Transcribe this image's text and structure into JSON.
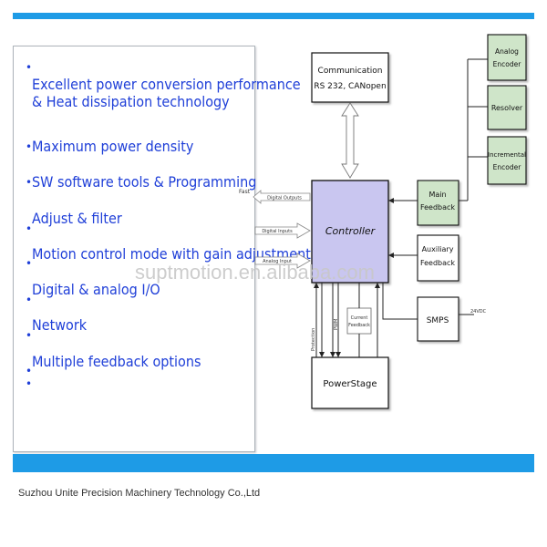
{
  "features": {
    "items": [
      "Excellent power conversion performance",
      "& Heat dissipation technology",
      "Maximum power density",
      "SW software tools & Programming",
      "Adjust & filter",
      "Motion control mode with gain adjustment",
      "Digital & analog I/O",
      "Network",
      "Multiple feedback options"
    ]
  },
  "diagram": {
    "communication_line1": "Communication",
    "communication_line2": "RS 232, CANopen",
    "controller": "Controller",
    "power_stage": "PowerStage",
    "main_feedback_line1": "Main",
    "main_feedback_line2": "Feedback",
    "aux_feedback_line1": "Auxiliary",
    "aux_feedback_line2": "Feedback",
    "smps": "SMPS",
    "analog_encoder_line1": "Analog",
    "analog_encoder_line2": "Encoder",
    "resolver": "Resolver",
    "incremental_encoder_line1": "Incremental",
    "incremental_encoder_line2": "Encoder",
    "fast_label": "Fast",
    "digital_outputs": "Digital Outputs",
    "digital_inputs": "Digital Inputs",
    "analog_input": "Analog Input",
    "current_feedback_line1": "Current",
    "current_feedback_line2": "Feedback",
    "protection": "Protection",
    "pwm": "PWM",
    "vdc_label": "24VDC"
  },
  "watermark": "suptmotion.en.alibaba.com",
  "footer": {
    "company": "Suzhou Unite Precision Machinery Technology Co.,Ltd"
  },
  "colors": {
    "accent_blue": "#1e9be6",
    "controller_fill": "#c9c6f0",
    "feedback_green": "#cfe5c9",
    "feature_text": "#1f3fd8"
  }
}
